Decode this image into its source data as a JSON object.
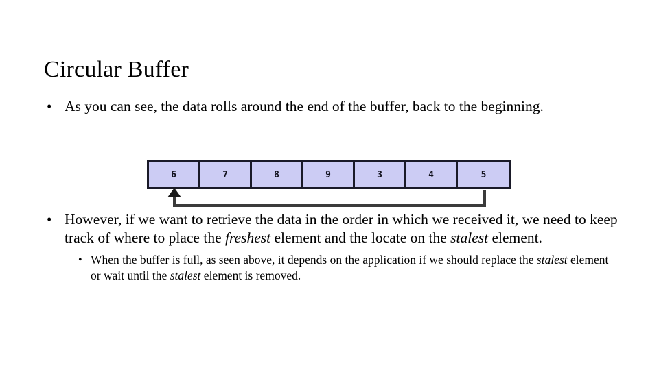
{
  "slide": {
    "title": "Circular Buffer",
    "bullets": [
      {
        "level": 1,
        "marker": "•",
        "text_parts": [
          {
            "text": "As you can see, the data rolls around the end of the buffer, back to the beginning.",
            "italic": false
          }
        ]
      },
      {
        "level": 1,
        "marker": "•",
        "text_parts": [
          {
            "text": "However, if we want to retrieve the data in the order in which we received it, we need to keep track of where to place the ",
            "italic": false
          },
          {
            "text": "freshest",
            "italic": true
          },
          {
            "text": " element and the locate on the ",
            "italic": false
          },
          {
            "text": "stalest",
            "italic": true
          },
          {
            "text": " element.",
            "italic": false
          }
        ]
      },
      {
        "level": 3,
        "marker": "•",
        "text_parts": [
          {
            "text": "When the buffer is full, as seen above, it depends on the application if we should replace the ",
            "italic": false
          },
          {
            "text": "stalest",
            "italic": true
          },
          {
            "text": " element or wait until the ",
            "italic": false
          },
          {
            "text": "stalest",
            "italic": true
          },
          {
            "text": " element is removed.",
            "italic": false
          }
        ]
      }
    ],
    "figure": {
      "name": "circular-buffer-diagram",
      "cells": [
        "6",
        "7",
        "8",
        "9",
        "3",
        "4",
        "5"
      ],
      "cell_fill_color": "#ccccf4",
      "cell_border_color": "#1a1a28",
      "connector_color": "#3b3b3b",
      "connector_description": "wrap-around line from end of buffer back to start, arrow pointing up at first cell"
    }
  }
}
